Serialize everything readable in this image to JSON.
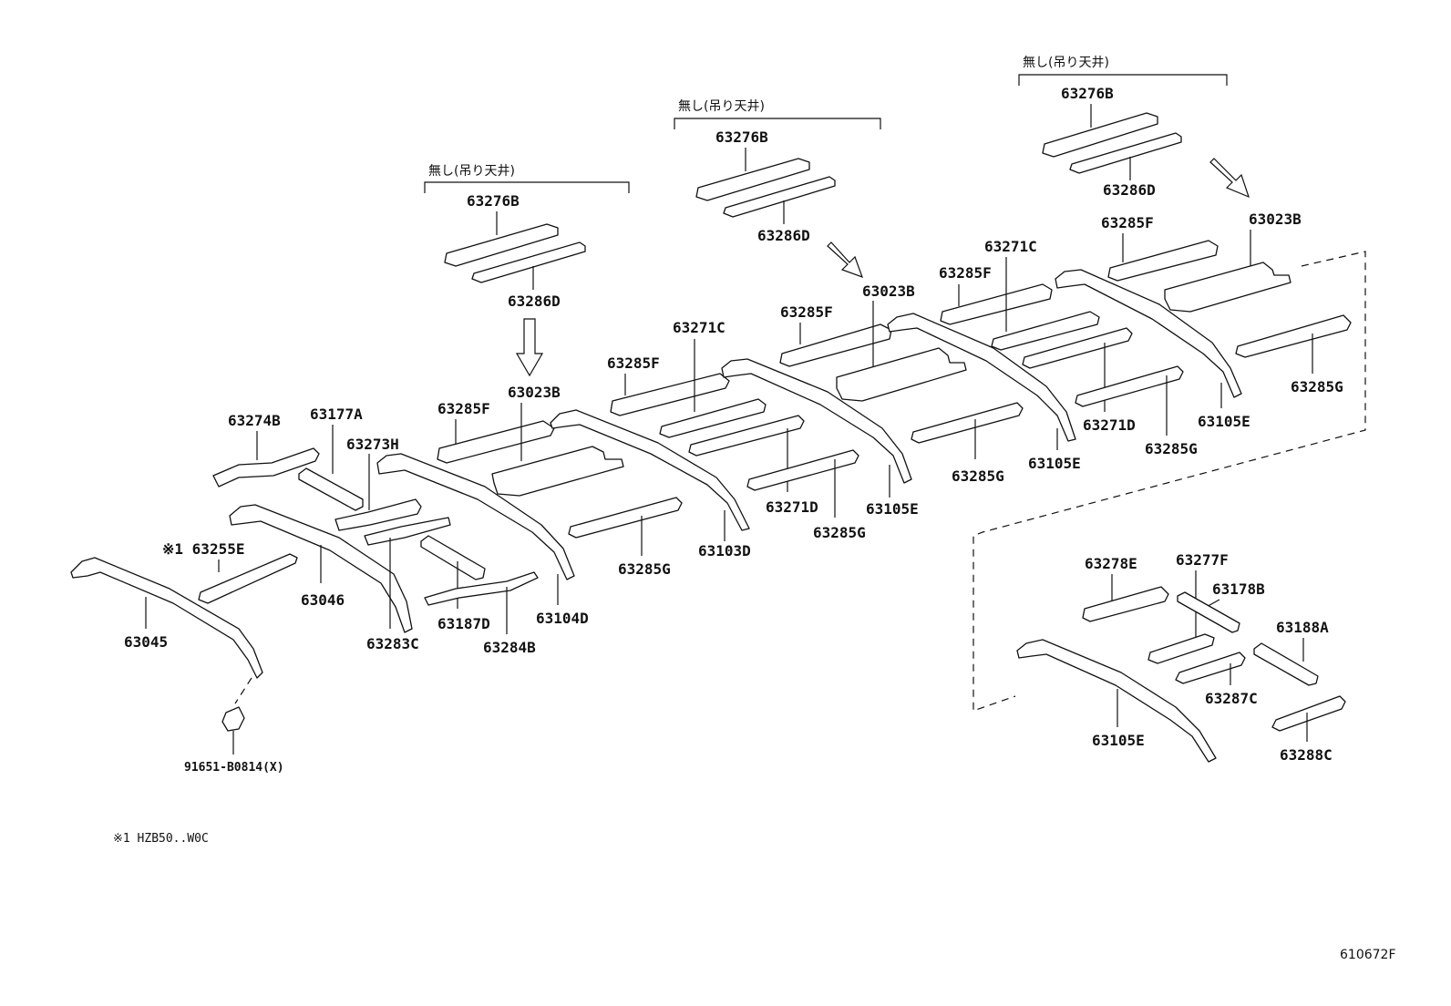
{
  "notes": {
    "bracket_note": "無し(吊り天井)",
    "footnote": "※1  HZB50..W0C",
    "figure_id": "610672F"
  },
  "labels": {
    "n63276B": "63276B",
    "n63286D": "63286D",
    "n63023B": "63023B",
    "n63285F": "63285F",
    "n63271C": "63271C",
    "n63271D": "63271D",
    "n63285G": "63285G",
    "n63105E": "63105E",
    "n63103D": "63103D",
    "n63104D": "63104D",
    "n63274B": "63274B",
    "n63177A": "63177A",
    "n63273H": "63273H",
    "n63255E": "※1 63255E",
    "n63046": "63046",
    "n63045": "63045",
    "n63283C": "63283C",
    "n63187D": "63187D",
    "n63284B": "63284B",
    "n91651": "91651-B0814(X)",
    "n63278E": "63278E",
    "n63277F": "63277F",
    "n63178B": "63178B",
    "n63188A": "63188A",
    "n63287C": "63287C",
    "n63288C": "63288C"
  }
}
